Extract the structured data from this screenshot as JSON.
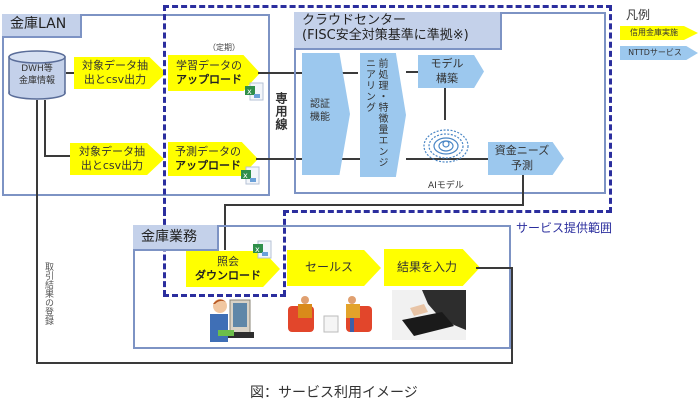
{
  "lan_box": {
    "title": "金庫LAN",
    "dwh": {
      "line1": "DWH等",
      "line2": "金庫情報"
    },
    "extract_top": {
      "line1": "対象データ抽",
      "line2": "出とcsv出力"
    },
    "extract_bottom": {
      "line1": "対象データ抽",
      "line2": "出とcsv出力"
    },
    "periodic_note": "（定期）",
    "upload_train": {
      "line1": "学習データの",
      "line2": "アップロード"
    },
    "upload_predict": {
      "line1": "予測データの",
      "line2": "アップロード"
    }
  },
  "dedicated_line": "専用線",
  "cloud_box": {
    "title_line1": "クラウドセンター",
    "title_line2": "(FISC安全対策基準に準拠※)",
    "auth": "認証機能",
    "preprocess": "前処理・特徴量エンジニアリング",
    "model_build": {
      "line1": "モデル",
      "line2": "構築"
    },
    "ai_model_label": "AIモデル",
    "forecast": {
      "line1": "資金ニーズ",
      "line2": "予測"
    }
  },
  "service_scope_label": "サービス提供範囲",
  "ops_box": {
    "title": "金庫業務",
    "inquiry": {
      "line1": "照会",
      "line2": "ダウンロード"
    },
    "sales": "セールス",
    "input": "結果を入力"
  },
  "feedback_label": "取引結果の登録",
  "legend": {
    "title": "凡例",
    "items": [
      {
        "label": "信用金庫実施",
        "color": "#ffff00"
      },
      {
        "label": "NTTDサービス",
        "color": "#9cc8ee"
      }
    ]
  },
  "caption": "図：サービス利用イメージ",
  "colors": {
    "yellow_step": "#ffff00",
    "blue_step": "#9cc8ee",
    "box_border": "#7d93c4",
    "box_title_bg": "#c4d1ea",
    "scope_dash": "#2b2e9e"
  }
}
